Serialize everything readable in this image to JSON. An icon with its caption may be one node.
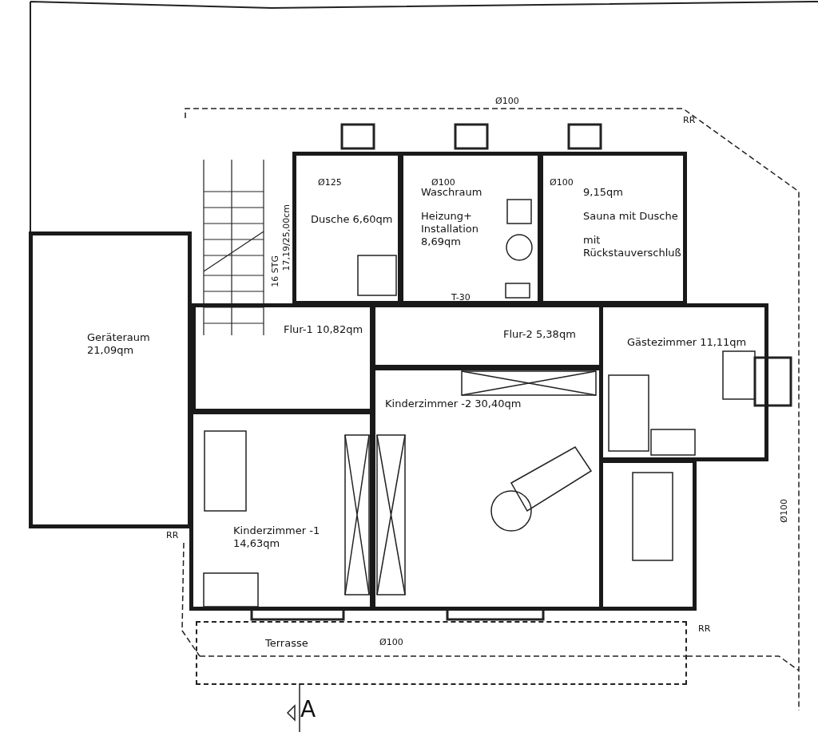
{
  "diagram": {
    "nodes": [
      {
        "text": [
          "Geräteraum 21,09qm"
        ]
      },
      {
        "text": [
          "Flur-1 10,82qm"
        ]
      },
      {
        "text": [
          "Dusche 6,60qm"
        ]
      },
      {
        "text": [
          "Waschraum",
          "Heizung+ Installation 8,69qm"
        ]
      },
      {
        "text": [
          "9,15qm",
          "Sauna mit Dusche",
          "mit Rückstauverschluß"
        ]
      },
      {
        "text": [
          "Flur-2 5,38qm"
        ]
      },
      {
        "text": [
          "Gästezimmer 11,11qm"
        ]
      },
      {
        "text": [
          "Kinderzimmer -2 30,40qm"
        ]
      },
      {
        "text": [
          "Kinderzimmer -1 14,63qm"
        ]
      },
      {
        "text": [],
        "shape": "box"
      },
      {
        "text": [
          "Terrasse"
        ]
      }
    ],
    "labels": [
      "Ø100",
      "RR",
      "Ø125",
      "Ø100",
      "Ø100",
      "16 STG",
      "17,19/25,00cm",
      "T-30",
      "RR",
      "Ø100",
      "RR",
      "Ø100",
      "A"
    ]
  }
}
